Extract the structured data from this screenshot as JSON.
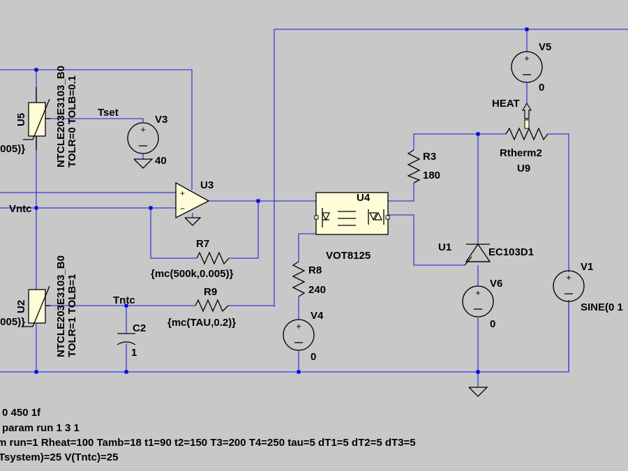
{
  "colors": {
    "background": "#c8c8c8",
    "wire": "#3b3bd9",
    "junction": "#0000e0",
    "component": "#000000",
    "component_fill": "#fffcd8"
  },
  "labels": {
    "u5_ref": "U5",
    "u5_model1": "NTCLE203E3103_B0",
    "u5_model2": "TOLR=0 TOLB=0.1",
    "u5_param": ".005)}",
    "tset": "Tset",
    "v3_ref": "V3",
    "v3_val": "40",
    "u3_ref": "U3",
    "vntc": "Vntc",
    "r7_ref": "R7",
    "r7_val": "{mc(500k,0.005)}",
    "u2_ref": "U2",
    "u2_model1": "NTCLE203E3103_B0",
    "u2_model2": "TOLR=1 TOLB=1",
    "u2_param": ".005)}",
    "tntc": "Tntc",
    "c2_ref": "C2",
    "c2_val": "1",
    "r9_ref": "R9",
    "r9_val": "{mc(TAU,0.2)}",
    "u4_ref": "U4",
    "u4_model": "VOT8125",
    "r8_ref": "R8",
    "r8_val": "240",
    "v4_ref": "V4",
    "v4_val": "0",
    "r3_ref": "R3",
    "r3_val": "180",
    "v5_ref": "V5",
    "v5_val": "0",
    "heat": "HEAT",
    "rtherm_ref": "Rtherm2",
    "u9_ref": "U9",
    "u1_ref": "U1",
    "u1_model": "EC103D1",
    "v6_ref": "V6",
    "v6_val": "0",
    "v1_ref": "V1",
    "v1_val": "SINE(0 1"
  },
  "directives": [
    "0 450 1f",
    "param run 1 3 1",
    "m run=1 Rheat=100 Tamb=18 t1=90 t2=150 T3=200 T4=250 tau=5 dT1=5 dT2=5 dT3=5",
    "Tsystem)=25 V(Tntc)=25"
  ]
}
